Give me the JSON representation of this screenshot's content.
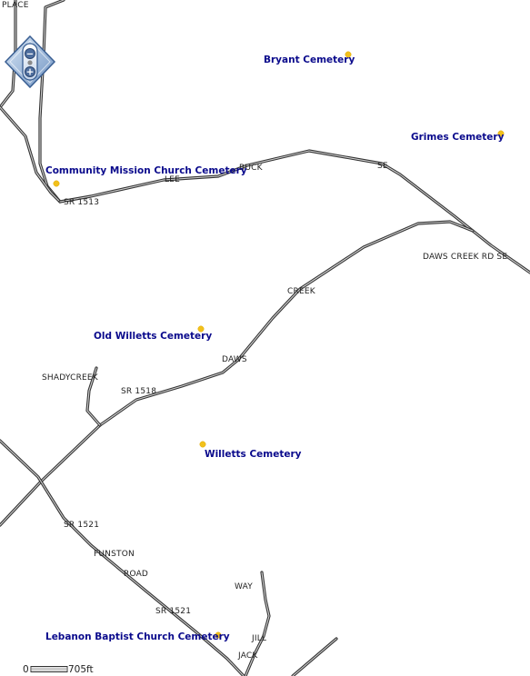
{
  "map": {
    "road_labels": {
      "place": "PLACE",
      "buck": "BUCK",
      "se": "SE",
      "lee": "LEE",
      "sr1513": "SR 1513",
      "daws_creek_rd_se": "DAWS CREEK RD SE",
      "creek": "CREEK",
      "daws": "DAWS",
      "shadycreek": "SHADYCREEK",
      "sr1518": "SR  1518",
      "sr1521_a": "SR  1521",
      "funston": "FUNSTON",
      "road": "ROAD",
      "way": "WAY",
      "sr1521_b": "SR 1521",
      "jill": "JILL",
      "jack": "JACK"
    },
    "cemeteries": {
      "bryant": "Bryant Cemetery",
      "grimes": "Grimes Cemetery",
      "community_mission": "Community Mission Church Cemetery",
      "old_willetts": "Old Willetts Cemetery",
      "willetts": "Willetts Cemetery",
      "lebanon_baptist": "Lebanon Baptist Church Cemetery"
    },
    "colors": {
      "cemetery_label": "#0a0a8c",
      "cemetery_marker": "#f2c11c",
      "road": "#333333"
    }
  },
  "zoom_control": {
    "zoom_out_symbol": "−",
    "zoom_in_symbol": "+"
  },
  "scale_bar": {
    "start_label": "0",
    "end_label": "705ft"
  }
}
